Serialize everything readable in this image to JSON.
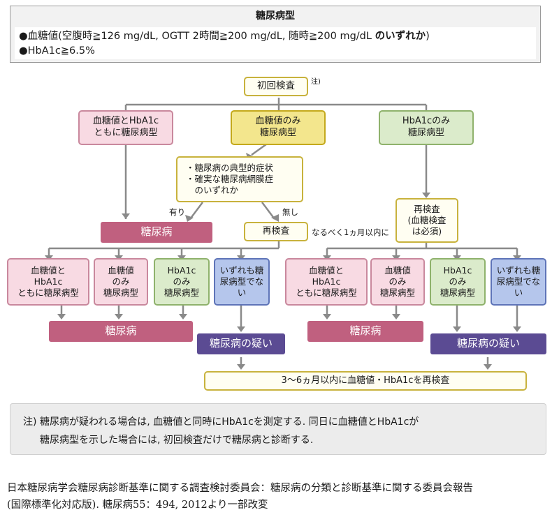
{
  "criteria": {
    "title": "糖尿病型",
    "line1_main": "●血糖値(空腹時≧126 mg/dL, OGTT 2時間≧200 mg/dL, 随時≧200 mg/dL ",
    "line1_bold": "のいずれか",
    "line1_end": ")",
    "line2": "●HbA1c≧6.5%"
  },
  "flow": {
    "initial": "初回検査",
    "initial_note_mark": "注)",
    "both": "血糖値とHbA1c\nともに糖尿病型",
    "glucose_only": "血糖値のみ\n糖尿病型",
    "hba1c_only": "HbA1cのみ\n糖尿病型",
    "symptoms": "・糖尿病の典型的症状\n・確実な糖尿病網膜症\n　のいずれか",
    "yes": "有り",
    "no": "無し",
    "diabetes": "糖尿病",
    "retest": "再検査",
    "retest_note": "なるべく1ヵ月以内に",
    "retest_required": "再検査\n(血糖検査\nは必須)",
    "left_both": "血糖値と\nHbA1c\nともに糖尿病型",
    "left_glucose": "血糖値\nのみ\n糖尿病型",
    "left_hba1c": "HbA1c\nのみ\n糖尿病型",
    "left_neither": "いずれも糖\n尿病型でな\nい",
    "right_both": "血糖値と\nHbA1c\nともに糖尿病型",
    "right_glucose": "血糖値\nのみ\n糖尿病型",
    "right_hba1c": "HbA1c\nのみ\n糖尿病型",
    "right_neither": "いずれも糖\n尿病型でな\nい",
    "diabetes_left": "糖尿病",
    "suspected_left": "糖尿病の疑い",
    "diabetes_right": "糖尿病",
    "suspected_right": "糖尿病の疑い",
    "final": "3〜6ヵ月以内に血糖値・HbA1cを再検査"
  },
  "note": {
    "label": "注)",
    "line1": "糖尿病が疑われる場合は, 血糖値と同時にHbA1cを測定する. 同日に血糖値とHbA1cが",
    "line2": "糖尿病型を示した場合には, 初回検査だけで糖尿病と診断する."
  },
  "source": {
    "line1": "日本糖尿病学会糖尿病診断基準に関する調査検討委員会：糖尿病の分類と診断基準に関する委員会報告",
    "line2": "(国際標準化対応版). 糖尿病55：494, 2012より一部改変"
  },
  "colors": {
    "line": "#8a8a8a",
    "pink": "#f8dae3",
    "yellow": "#f3e68d",
    "green": "#dbebcb",
    "blue": "#b5c6ec",
    "diabetes": "#c0607f",
    "suspected": "#5b4b93"
  }
}
